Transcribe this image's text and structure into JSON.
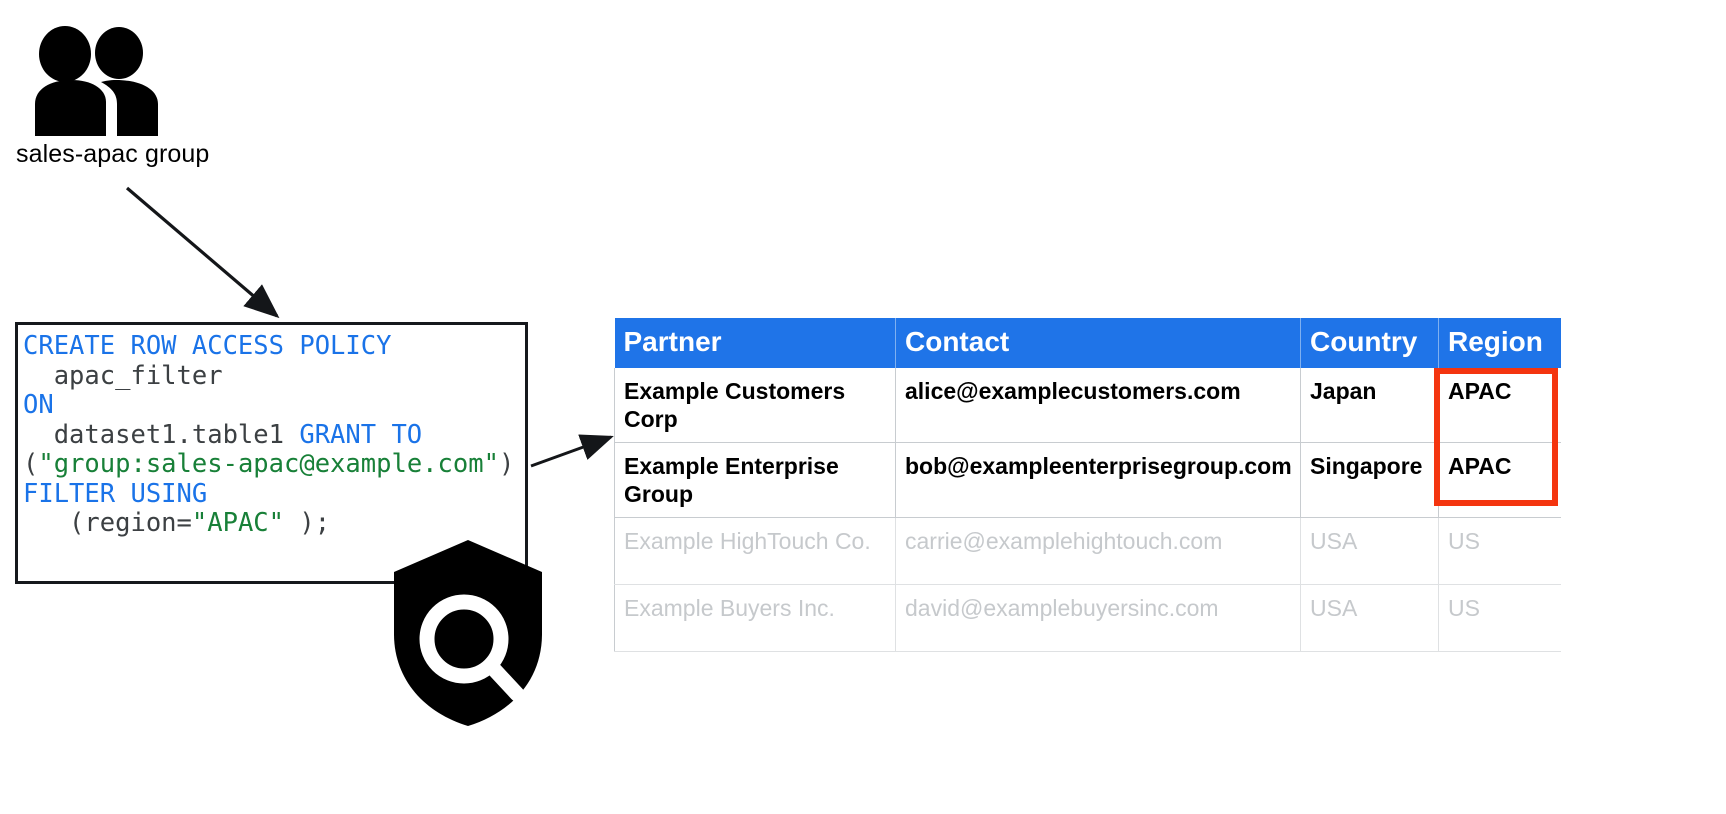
{
  "group": {
    "icon": "people-group-icon",
    "caption": "sales-apac group"
  },
  "code_box": {
    "icon": "shield-search-icon",
    "language": "sql",
    "lines": [
      {
        "segments": [
          {
            "t": "CREATE ROW ACCESS POLICY",
            "c": "kw"
          }
        ]
      },
      {
        "segments": [
          {
            "t": "  apac_filter",
            "c": "pln"
          }
        ]
      },
      {
        "segments": [
          {
            "t": "ON",
            "c": "kw"
          }
        ]
      },
      {
        "segments": [
          {
            "t": "  dataset1.table1 ",
            "c": "pln"
          },
          {
            "t": "GRANT TO",
            "c": "kw"
          }
        ]
      },
      {
        "segments": [
          {
            "t": "(",
            "c": "pln"
          },
          {
            "t": "\"group:sales-apac@example.com\"",
            "c": "str"
          },
          {
            "t": ")",
            "c": "pln"
          }
        ]
      },
      {
        "segments": [
          {
            "t": "FILTER USING",
            "c": "kw"
          }
        ]
      },
      {
        "segments": [
          {
            "t": "   (region=",
            "c": "pln"
          },
          {
            "t": "\"APAC\"",
            "c": "str"
          },
          {
            "t": " );",
            "c": "pln"
          }
        ]
      }
    ],
    "full_text": "CREATE ROW ACCESS POLICY\n  apac_filter\nON\n  dataset1.table1 GRANT TO\n(\"group:sales-apac@example.com\")\nFILTER USING\n   (region=\"APAC\" );"
  },
  "table": {
    "headers": [
      "Partner",
      "Contact",
      "Country",
      "Region"
    ],
    "rows": [
      {
        "state": "visible",
        "partner": "Example Customers Corp",
        "contact": "alice@examplecustomers.com",
        "country": "Japan",
        "region": "APAC"
      },
      {
        "state": "visible",
        "partner": "Example Enterprise Group",
        "contact": "bob@exampleenterprisegroup.com",
        "country": "Singapore",
        "region": "APAC"
      },
      {
        "state": "filtered-out",
        "partner": "Example HighTouch Co.",
        "contact": "carrie@examplehightouch.com",
        "country": "USA",
        "region": "US"
      },
      {
        "state": "filtered-out",
        "partner": "Example Buyers Inc.",
        "contact": "david@examplebuyersinc.com",
        "country": "USA",
        "region": "US"
      }
    ],
    "highlight": {
      "column": "Region",
      "rows": [
        0,
        1
      ],
      "color": "#f4350f"
    }
  },
  "colors": {
    "header_blue": "#1f74e8",
    "highlight_red": "#f4350f",
    "keyword_blue": "#1a73e8",
    "string_green": "#188038",
    "code_text": "#3c4043",
    "dimmed_text": "#c6c9cc",
    "grid_line": "#c8ccd0",
    "box_border": "#16181c"
  },
  "connectors": [
    {
      "name": "group-to-policy-arrow",
      "from": "sales-apac group",
      "to": "row access policy code"
    },
    {
      "name": "policy-to-table-arrow",
      "from": "row access policy code",
      "to": "partner table"
    }
  ]
}
